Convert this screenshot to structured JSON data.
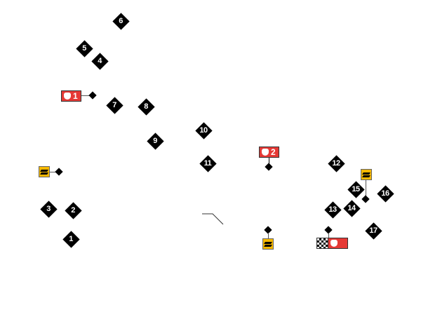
{
  "turns": [
    "1",
    "2",
    "3",
    "4",
    "5",
    "6",
    "7",
    "8",
    "9",
    "10",
    "11",
    "12",
    "13",
    "14",
    "15",
    "16",
    "17"
  ],
  "sectors": {
    "s1": "1",
    "s2": "2"
  },
  "colors": {
    "flag_red": "#e53935",
    "flag_yellow": "#f5b800"
  }
}
